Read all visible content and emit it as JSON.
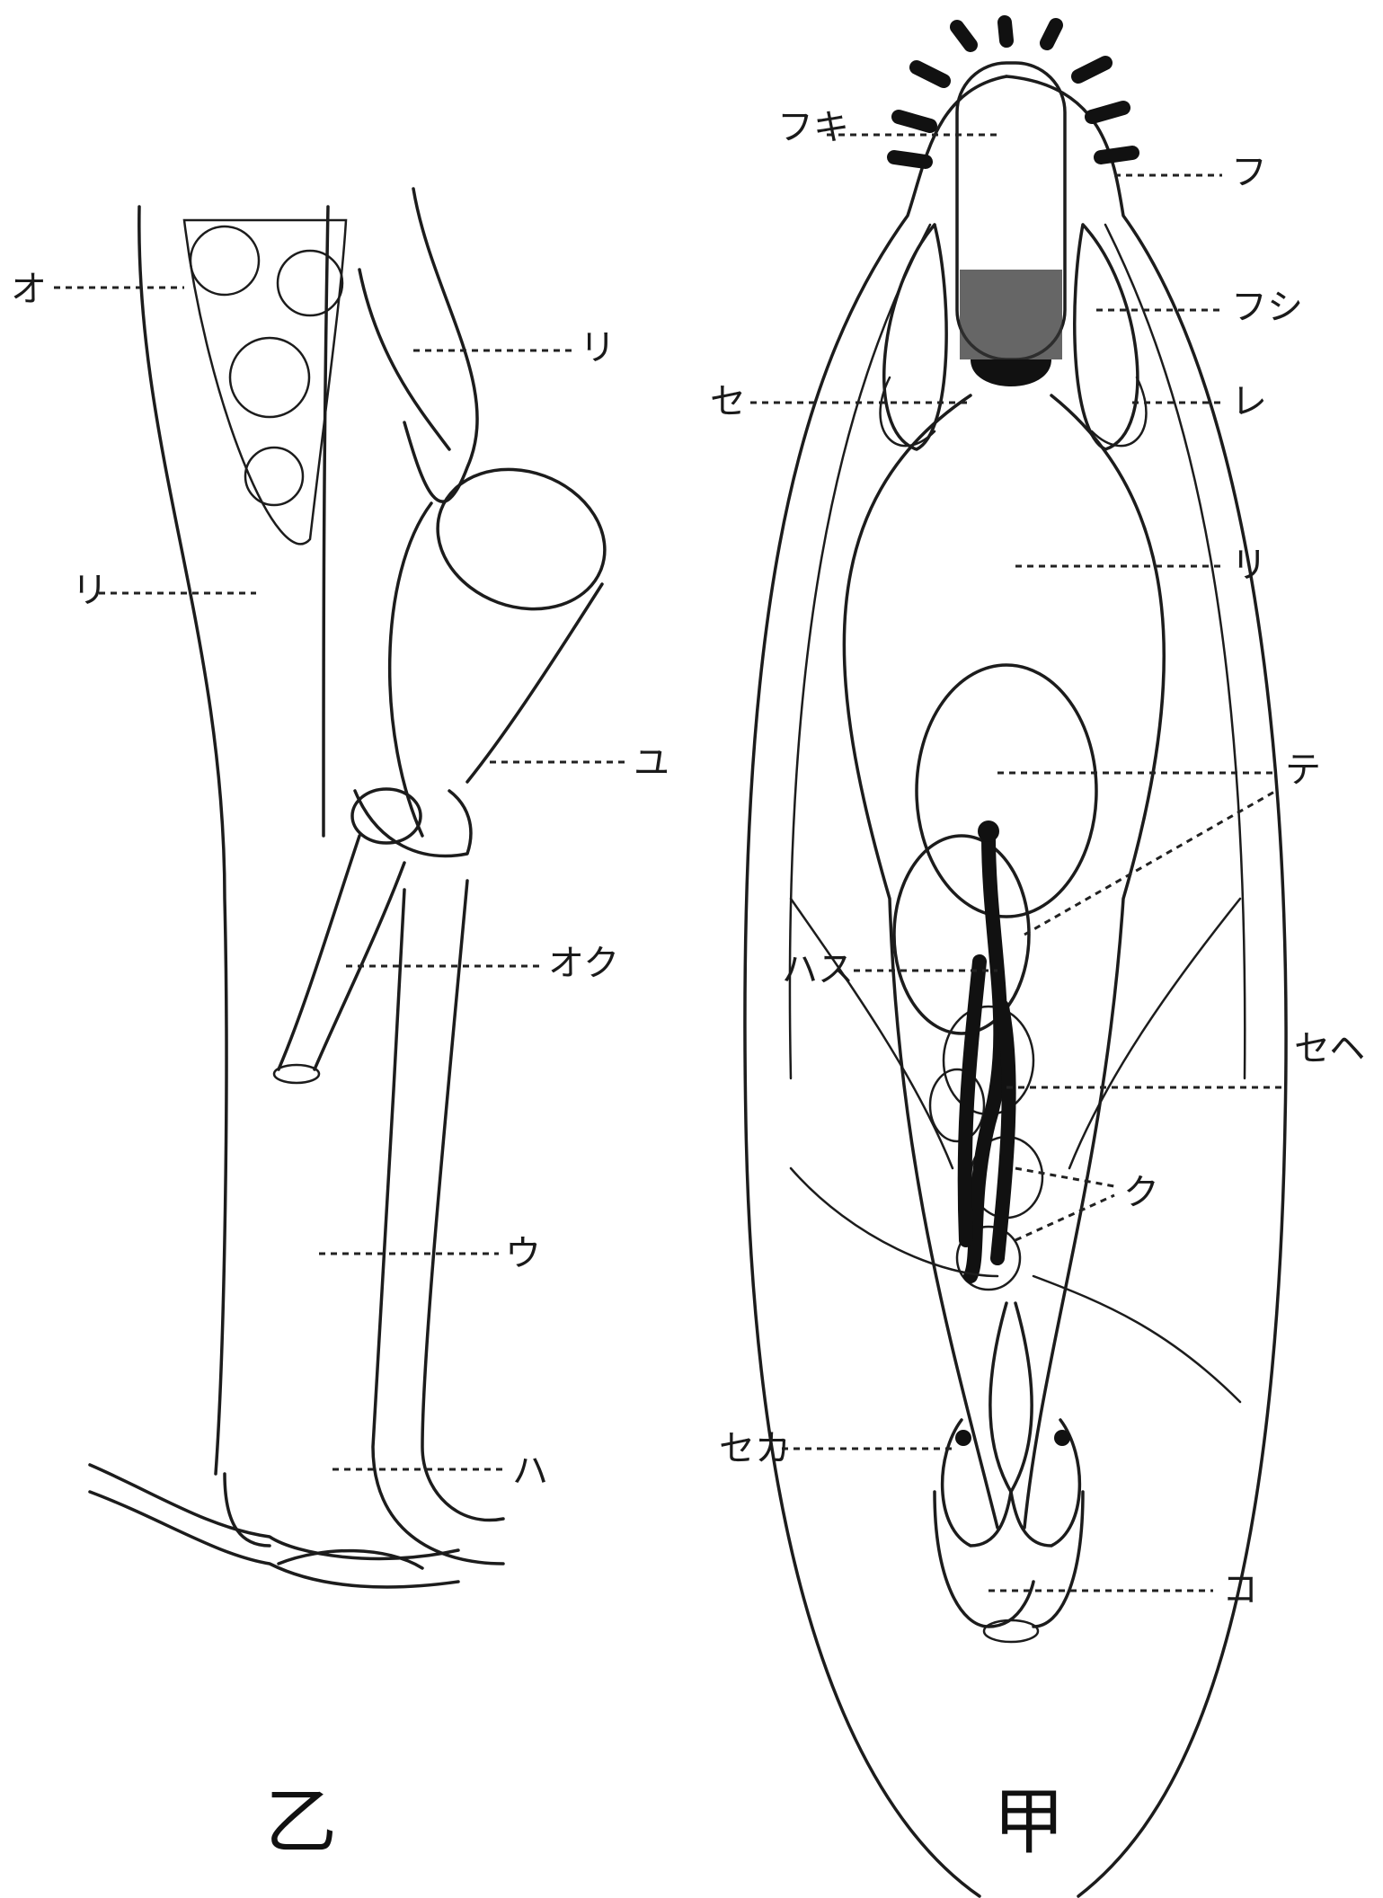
{
  "figures": [
    {
      "caption": "乙",
      "labels": [
        "オ",
        "リ",
        "リ",
        "ユ",
        "オク",
        "ウ",
        "ハ"
      ]
    },
    {
      "caption": "甲",
      "labels": [
        "フキ",
        "フ",
        "フシ",
        "セ",
        "レ",
        "リ",
        "テ",
        "ハス",
        "セヘ",
        "ク",
        "セカ",
        "コ"
      ]
    }
  ],
  "colors": {
    "ink": "#1c1c1c",
    "paper": "#ffffff"
  }
}
